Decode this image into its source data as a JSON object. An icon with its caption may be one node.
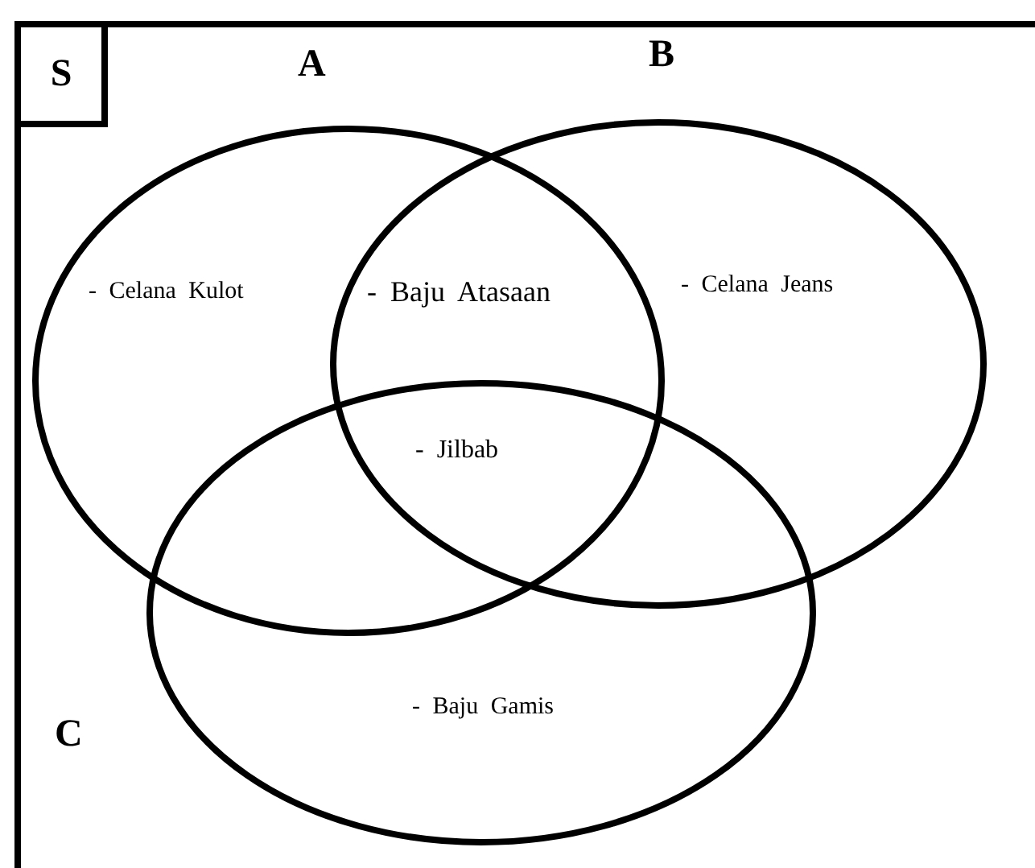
{
  "diagram": {
    "nodes": [
      {
        "text": [],
        "shape": "box"
      },
      {
        "text": [
          "S"
        ],
        "in": 0
      },
      {
        "text": [
          "A"
        ],
        "in": 0
      },
      {
        "text": [
          "B"
        ],
        "in": 0
      },
      {
        "text": [
          "C"
        ],
        "in": 0
      }
    ],
    "labels": [
      "- Celana Kulot",
      "- Baju Atasaan",
      "- Celana Jeans",
      "- Jilbab",
      "- Baju Gamis"
    ]
  }
}
